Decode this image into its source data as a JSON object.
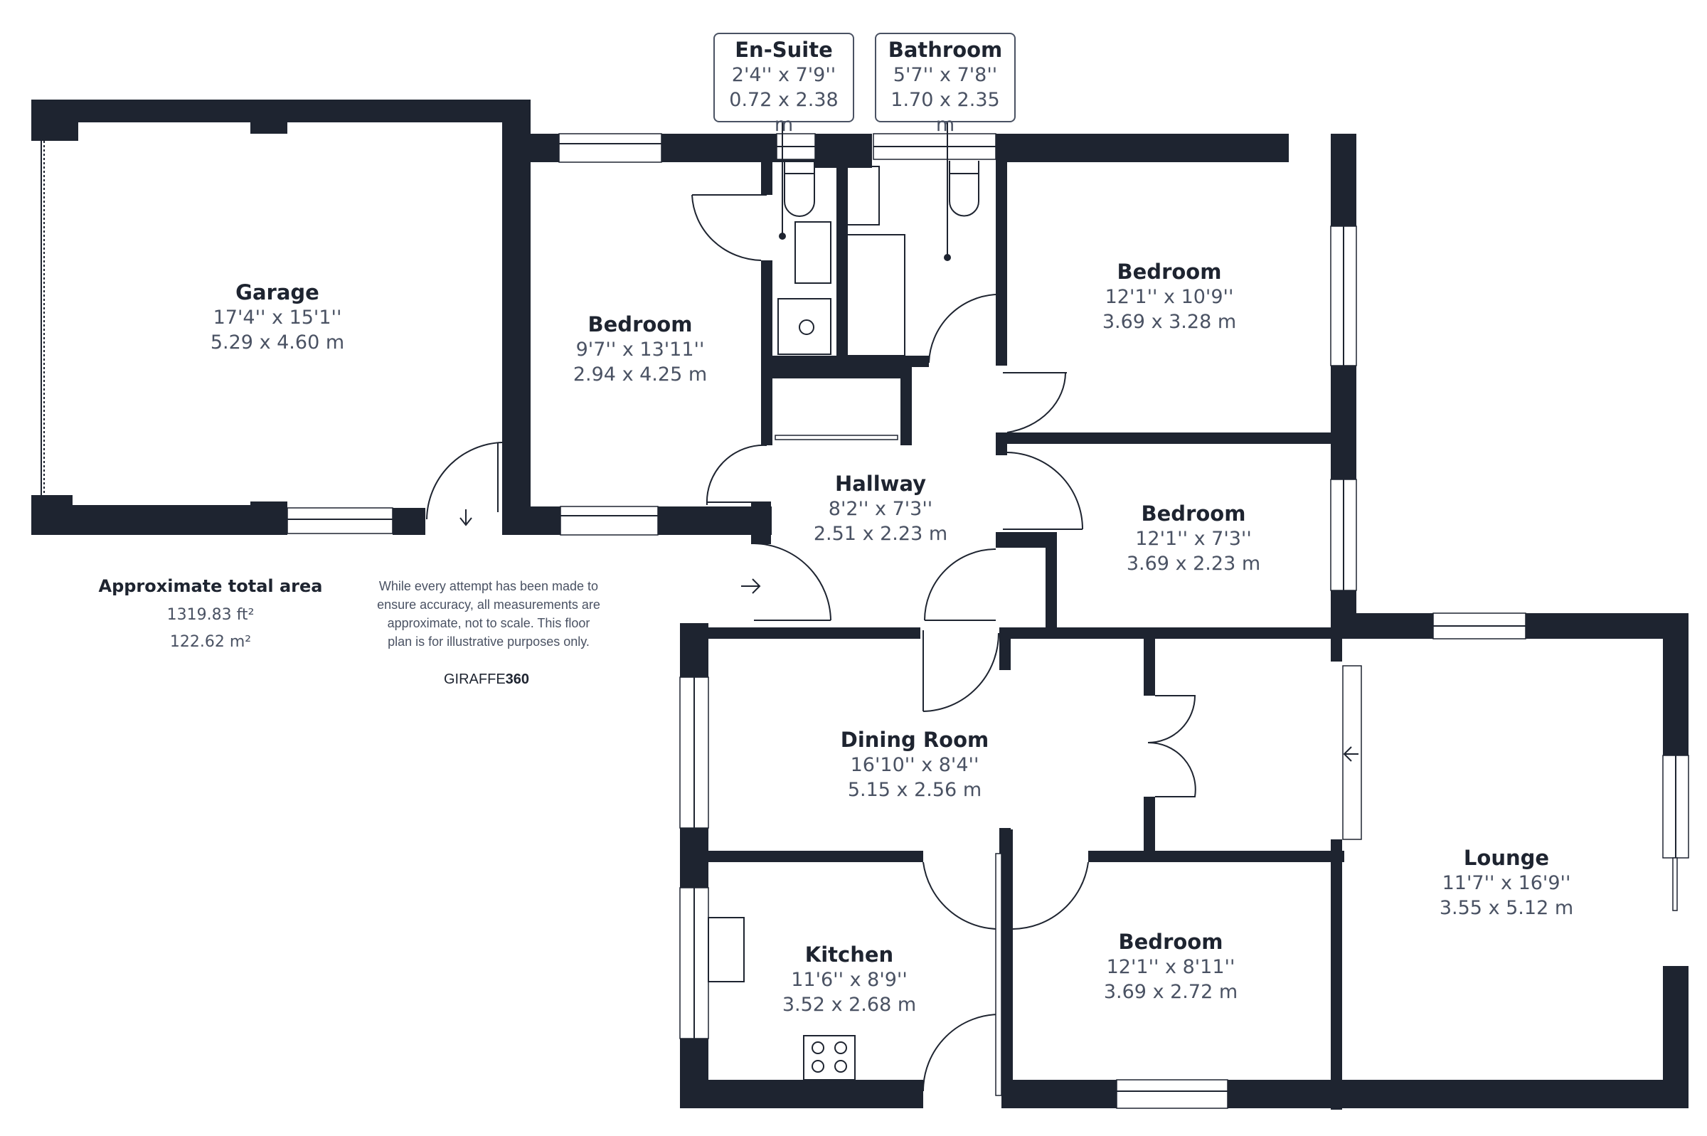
{
  "rooms": {
    "garage": {
      "name": "Garage",
      "imperial": "17'4'' x 15'1''",
      "metric": "5.29 x 4.60 m"
    },
    "bedroom1": {
      "name": "Bedroom",
      "imperial": "9'7'' x 13'11''",
      "metric": "2.94 x 4.25 m"
    },
    "ensuite": {
      "name": "En-Suite",
      "imperial": "2'4'' x 7'9''",
      "metric": "0.72 x 2.38 m"
    },
    "bathroom": {
      "name": "Bathroom",
      "imperial": "5'7'' x 7'8''",
      "metric": "1.70 x 2.35 m"
    },
    "bedroom2": {
      "name": "Bedroom",
      "imperial": "12'1'' x 10'9''",
      "metric": "3.69 x 3.28 m"
    },
    "hallway": {
      "name": "Hallway",
      "imperial": "8'2'' x 7'3''",
      "metric": "2.51 x 2.23 m"
    },
    "bedroom3": {
      "name": "Bedroom",
      "imperial": "12'1'' x 7'3''",
      "metric": "3.69 x 2.23 m"
    },
    "dining": {
      "name": "Dining Room",
      "imperial": "16'10'' x 8'4''",
      "metric": "5.15 x 2.56 m"
    },
    "lounge": {
      "name": "Lounge",
      "imperial": "11'7'' x 16'9''",
      "metric": "3.55 x 5.12 m"
    },
    "kitchen": {
      "name": "Kitchen",
      "imperial": "11'6'' x 8'9''",
      "metric": "3.52 x 2.68 m"
    },
    "bedroom4": {
      "name": "Bedroom",
      "imperial": "12'1'' x 8'11''",
      "metric": "3.69 x 2.72 m"
    }
  },
  "summary": {
    "title": "Approximate total area",
    "area_ft": "1319.83 ft²",
    "area_m": "122.62 m²"
  },
  "disclaimer": {
    "lines": [
      "While every attempt has been made to",
      "ensure accuracy, all measurements are",
      "approximate, not to scale. This floor",
      "plan is for illustrative purposes only."
    ]
  },
  "brand": {
    "part1": "GIRAFFE",
    "part2": "360"
  },
  "colors": {
    "wall": "#1e2430",
    "text_dim": "#4a5263",
    "background": "#ffffff"
  }
}
